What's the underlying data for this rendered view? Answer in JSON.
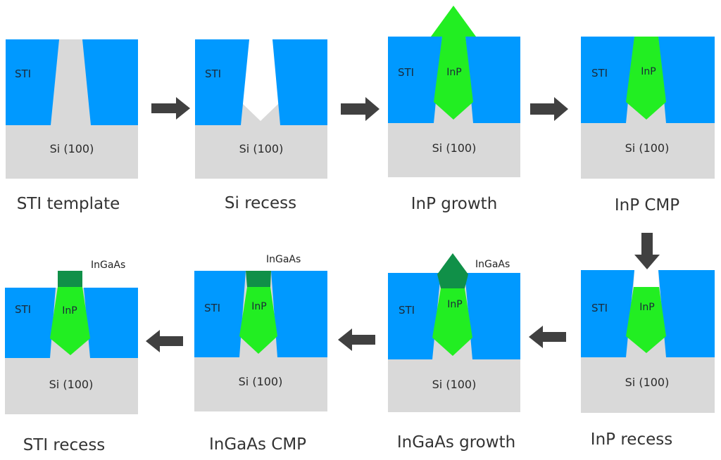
{
  "colors": {
    "sti": "#0099ff",
    "si": "#d9d9d9",
    "inp": "#22ee22",
    "ingaas": "#109048",
    "arrow": "#404040"
  },
  "labels": {
    "sti": "STI",
    "si": "Si (100)",
    "inp": "InP",
    "ingaas": "InGaAs"
  },
  "steps": [
    {
      "caption": "STI template"
    },
    {
      "caption": "Si recess"
    },
    {
      "caption": "InP growth"
    },
    {
      "caption": "InP CMP"
    },
    {
      "caption": "InP recess"
    },
    {
      "caption": "InGaAs growth"
    },
    {
      "caption": "InGaAs CMP"
    },
    {
      "caption": "STI recess"
    }
  ],
  "flow_arrows": [
    "right",
    "right",
    "right",
    "down",
    "left",
    "left",
    "left"
  ]
}
